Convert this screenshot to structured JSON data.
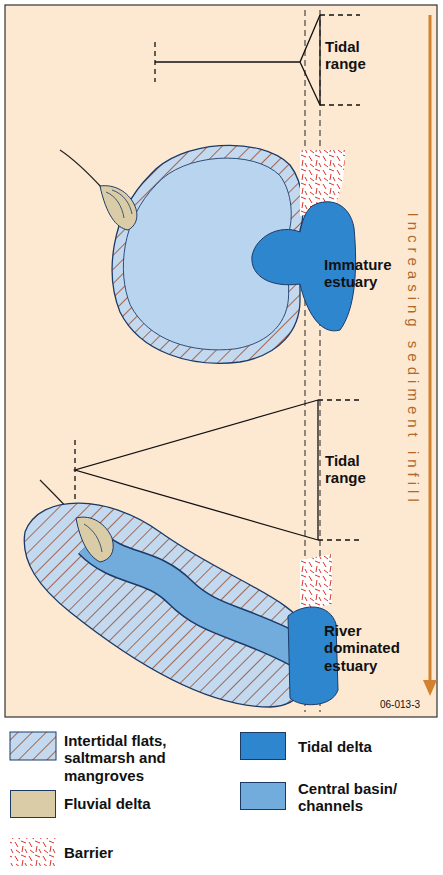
{
  "diagram": {
    "labels": [
      "Tidal range",
      "Immature estuary",
      "Tidal range",
      "River dominated estuary",
      "Increasing sediment infill",
      "06-013-3"
    ],
    "legend": [
      {
        "text": "Intertidal flats, saltmarsh and mangroves"
      },
      {
        "text": "Tidal delta",
        "color": "#2e86cf"
      },
      {
        "text": "Fluvial delta",
        "color": "#d9cca6"
      },
      {
        "text": "Central basin/ channels",
        "color": "#72acdd"
      },
      {
        "text": "Barrier"
      }
    ]
  }
}
